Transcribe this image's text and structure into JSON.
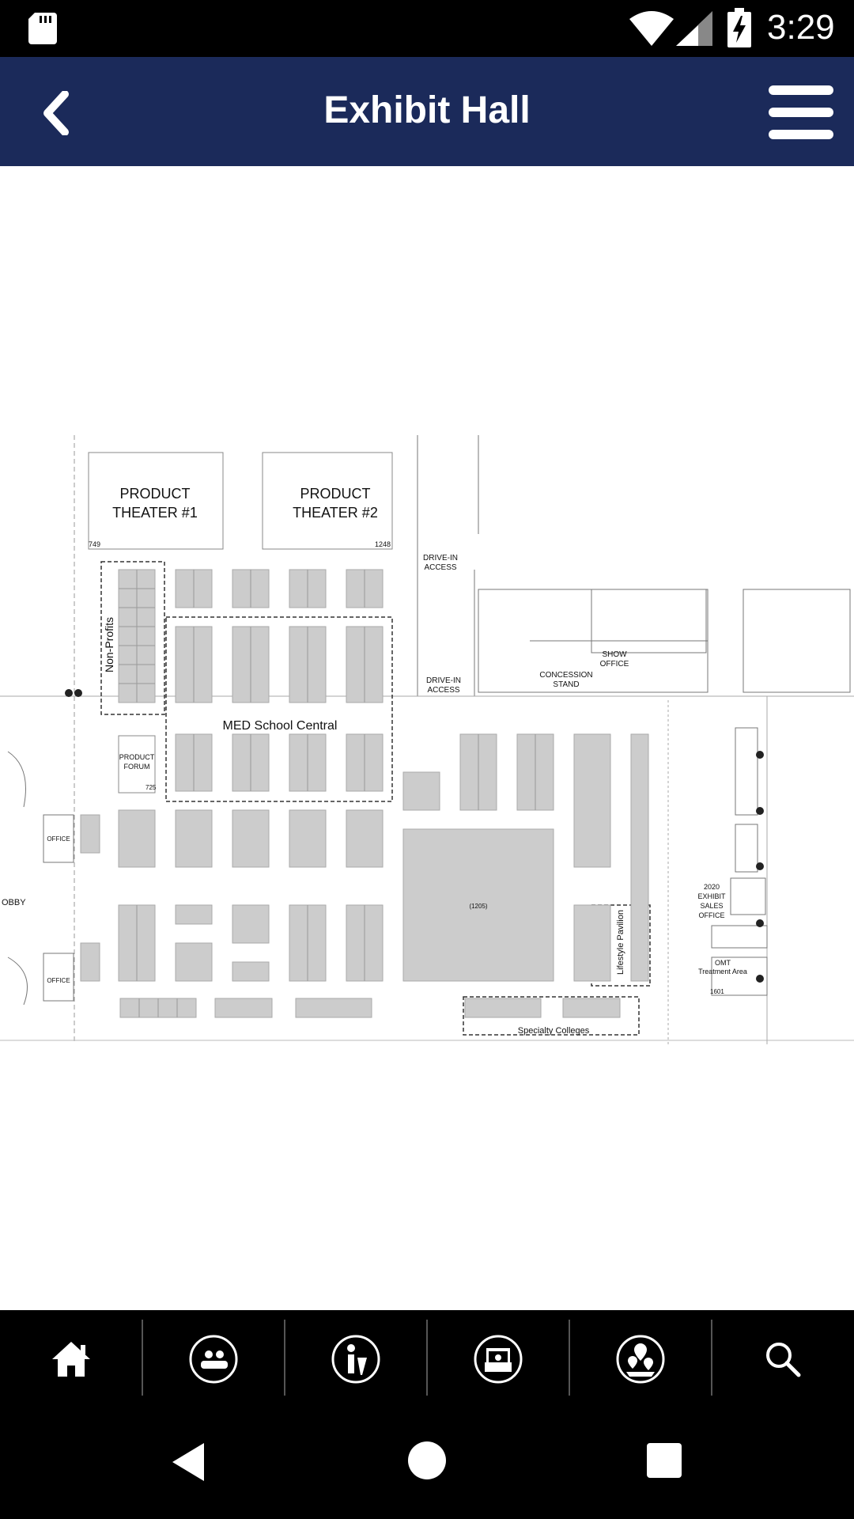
{
  "status_bar": {
    "time": "3:29",
    "icons": [
      "sd-card-icon",
      "wifi-icon",
      "signal-icon",
      "battery-charging-icon"
    ]
  },
  "header": {
    "title": "Exhibit Hall",
    "back_icon": "chevron-left-icon",
    "menu_icon": "hamburger-menu-icon",
    "background_color": "#1b2a5a"
  },
  "floor_plan": {
    "labels": {
      "theater1_line1": "PRODUCT",
      "theater1_line2": "THEATER #1",
      "theater1_num": "749",
      "theater2_line1": "PRODUCT",
      "theater2_line2": "THEATER #2",
      "theater2_num": "1248",
      "non_profits": "Non-Profits",
      "med_school": "MED School Central",
      "product_forum_line1": "PRODUCT",
      "product_forum_line2": "FORUM",
      "forum_num": "725",
      "drive_in_1_line1": "DRIVE-IN",
      "drive_in_1_line2": "ACCESS",
      "drive_in_2_line1": "DRIVE-IN",
      "drive_in_2_line2": "ACCESS",
      "concession_line1": "CONCESSION",
      "concession_line2": "STAND",
      "show_office_line1": "SHOW",
      "show_office_line2": "OFFICE",
      "office_1": "OFFICE",
      "office_2": "OFFICE",
      "lobby": "OBBY",
      "big_booth": "(1205)",
      "lifestyle": "Lifestyle Pavilion",
      "exhibit_sales_line1": "2020",
      "exhibit_sales_line2": "EXHIBIT",
      "exhibit_sales_line3": "SALES",
      "exhibit_sales_line4": "OFFICE",
      "omt_line1": "OMT",
      "omt_line2": "Treatment Area",
      "omt_num": "1601",
      "specialty": "Specialty Colleges"
    }
  },
  "tab_bar": {
    "tabs": [
      {
        "icon": "home-icon"
      },
      {
        "icon": "attendees-icon"
      },
      {
        "icon": "speaker-icon"
      },
      {
        "icon": "exhibitor-booth-icon"
      },
      {
        "icon": "map-pins-icon"
      },
      {
        "icon": "search-icon"
      }
    ]
  },
  "nav_bar": {
    "icons": [
      "back-triangle-icon",
      "home-circle-icon",
      "recents-square-icon"
    ]
  }
}
